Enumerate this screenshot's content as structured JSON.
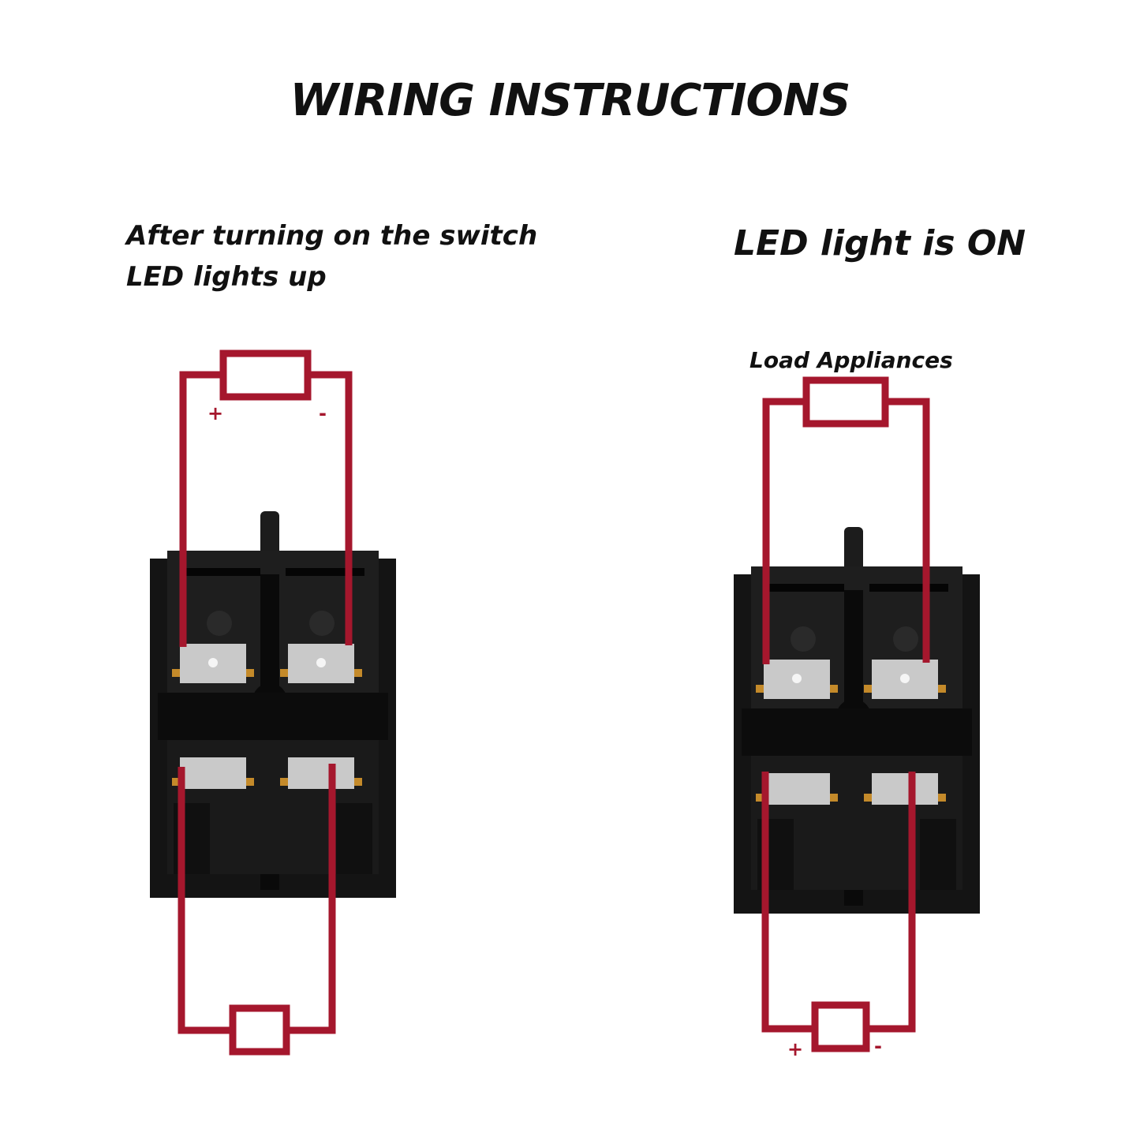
{
  "title": "WIRING INSTRUCTIONS",
  "left_panel": {
    "caption_line1": "After turning on the switch",
    "caption_line2": "LED lights up",
    "polarity_plus": "+",
    "polarity_minus": "-"
  },
  "right_panel": {
    "caption": "LED light is ON",
    "load_label": "Load Appliances",
    "polarity_plus": "+",
    "polarity_minus": "-"
  },
  "colors": {
    "wire": "#a5172d",
    "switch_body": "#141414",
    "terminal": "#c9c9c9",
    "background": "#ffffff"
  }
}
